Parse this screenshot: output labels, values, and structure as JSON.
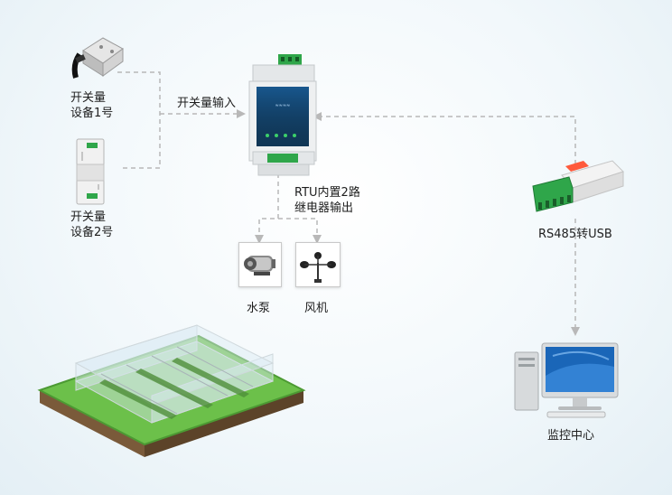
{
  "switch_device_1": {
    "line1": "开关量",
    "line2": "设备1号"
  },
  "switch_device_2": {
    "line1": "开关量",
    "line2": "设备2号"
  },
  "switch_input_label": "开关量输入",
  "relay_output": {
    "line1": "RTU内置2路",
    "line2": "继电器输出"
  },
  "pump_label": "水泵",
  "fan_label": "风机",
  "converter_label": "RS485转USB",
  "monitor_label": "监控中心",
  "colors": {
    "connector_line": "#b8b8b8",
    "terminal_green": "#2fa64a",
    "device_body": "#e9ecee",
    "panel_blue": "#1d6fb8"
  }
}
